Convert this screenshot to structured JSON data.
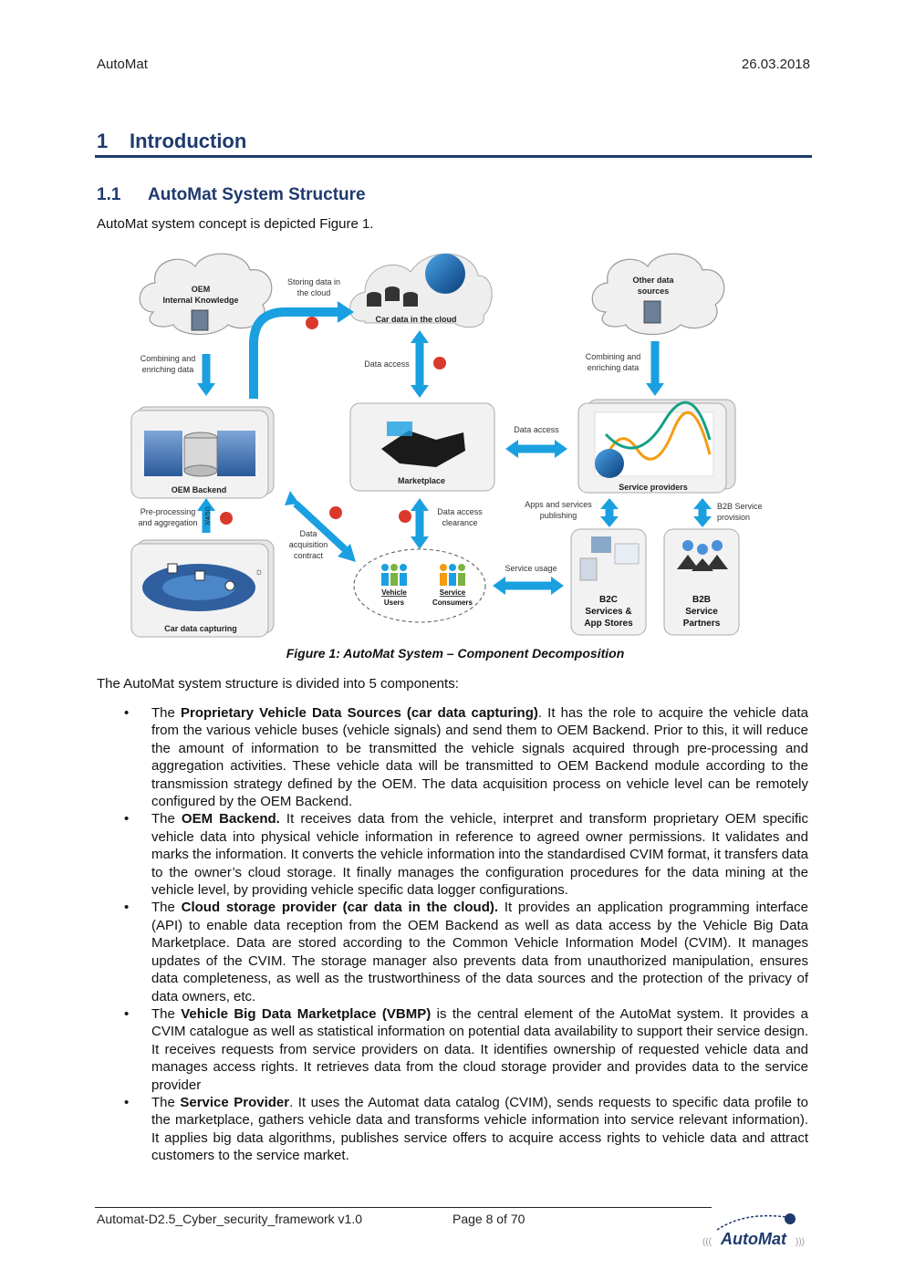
{
  "header": {
    "left": "AutoMat",
    "right": "26.03.2018"
  },
  "section": {
    "number": "1",
    "title": "Introduction"
  },
  "subsection": {
    "number": "1.1",
    "title": "AutoMat System Structure"
  },
  "intro": "AutoMat system concept is depicted Figure 1.",
  "figure": {
    "caption": "Figure 1: AutoMat System – Component Decomposition",
    "labels": {
      "oem_knowledge_1": "OEM",
      "oem_knowledge_2": "Internal Knowledge",
      "other_sources_1": "Other data",
      "other_sources_2": "sources",
      "storing_1": "Storing data in",
      "storing_2": "the cloud",
      "cloud": "Car data in the cloud",
      "combining_left_1": "Combining and",
      "combining_left_2": "enriching data",
      "combining_right_1": "Combining and",
      "combining_right_2": "enriching data",
      "data_access_top": "Data access",
      "data_access_mid": "Data access",
      "oem_backend": "OEM Backend",
      "marketplace": "Marketplace",
      "service_providers": "Service providers",
      "preprocessing_1": "Pre-processing",
      "preprocessing_2": "and aggregation",
      "bus_tag": "3/4/5G",
      "acq_1": "Data",
      "acq_2": "acquisition",
      "acq_3": "contract",
      "clearance_1": "Data access",
      "clearance_2": "clearance",
      "apps_1": "Apps and services",
      "apps_2": "publishing",
      "b2b_prov_1": "B2B Service",
      "b2b_prov_2": "provision",
      "car_capture": "Car data capturing",
      "vehicle_users_1": "Vehicle",
      "vehicle_users_2": "Users",
      "service_consumers_1": "Service",
      "service_consumers_2": "Consumers",
      "service_usage": "Service usage",
      "b2c_1": "B2C",
      "b2c_2": "Services &",
      "b2c_3": "App Stores",
      "b2b_1": "B2B",
      "b2b_2": "Service",
      "b2b_3": "Partners"
    }
  },
  "list_intro": "The AutoMat system structure is divided into 5 components:",
  "bullets": [
    {
      "prefix": "The ",
      "bold": "Proprietary Vehicle Data Sources (car data capturing)",
      "text": ". It has the role to acquire the vehicle data from the various vehicle buses (vehicle signals) and send them to OEM Backend. Prior to this, it will reduce the amount of information to be transmitted the vehicle signals acquired through pre-processing and aggregation activities. These vehicle data will be transmitted to OEM Backend module according to the transmission strategy defined by the OEM. The data acquisition process on vehicle level can be remotely configured by the OEM Backend."
    },
    {
      "prefix": "The ",
      "bold": "OEM Backend.",
      "text": " It receives data from the vehicle, interpret and transform proprietary OEM specific vehicle data into physical vehicle information in reference to agreed owner permissions. It validates and marks the information. It converts the vehicle information into the standardised CVIM format, it transfers data to the owner’s cloud storage. It finally manages the configuration procedures for the data mining at the vehicle level, by providing vehicle specific data logger configurations."
    },
    {
      "prefix": "The ",
      "bold": "Cloud storage provider (car data in the cloud).",
      "text": " It provides an application programming interface (API) to enable data reception from the OEM Backend as well as data access by the Vehicle Big Data Marketplace. Data are stored according to the Common Vehicle Information Model (CVIM). It manages updates of the CVIM. The storage manager also prevents data from unauthorized manipulation, ensures data completeness, as well as the trustworthiness of the data sources and the protection of the privacy of data owners, etc."
    },
    {
      "prefix": "The ",
      "bold": "Vehicle Big Data Marketplace (VBMP)",
      "text": " is the central element of the AutoMat system. It provides a CVIM catalogue as well as statistical information on potential data availability to support their service design. It receives requests from service providers on data. It identifies ownership of requested vehicle data and manages access rights. It retrieves data from the cloud storage provider and provides data to the service provider"
    },
    {
      "prefix": "The ",
      "bold": "Service Provider",
      "text": ". It uses the Automat data catalog (CVIM), sends requests to specific data profile to the marketplace, gathers vehicle data and transforms vehicle information into service relevant information). It applies big data algorithms, publishes service offers to acquire access rights to vehicle data and attract customers to the service market."
    }
  ],
  "footer": {
    "doc": "Automat-D2.5_Cyber_security_framework v1.0",
    "page": "Page 8 of 70",
    "logo": "AutoMat"
  },
  "colors": {
    "heading": "#1f3a6e",
    "arrow": "#1aa0e0",
    "lock": "#d93a2b"
  }
}
